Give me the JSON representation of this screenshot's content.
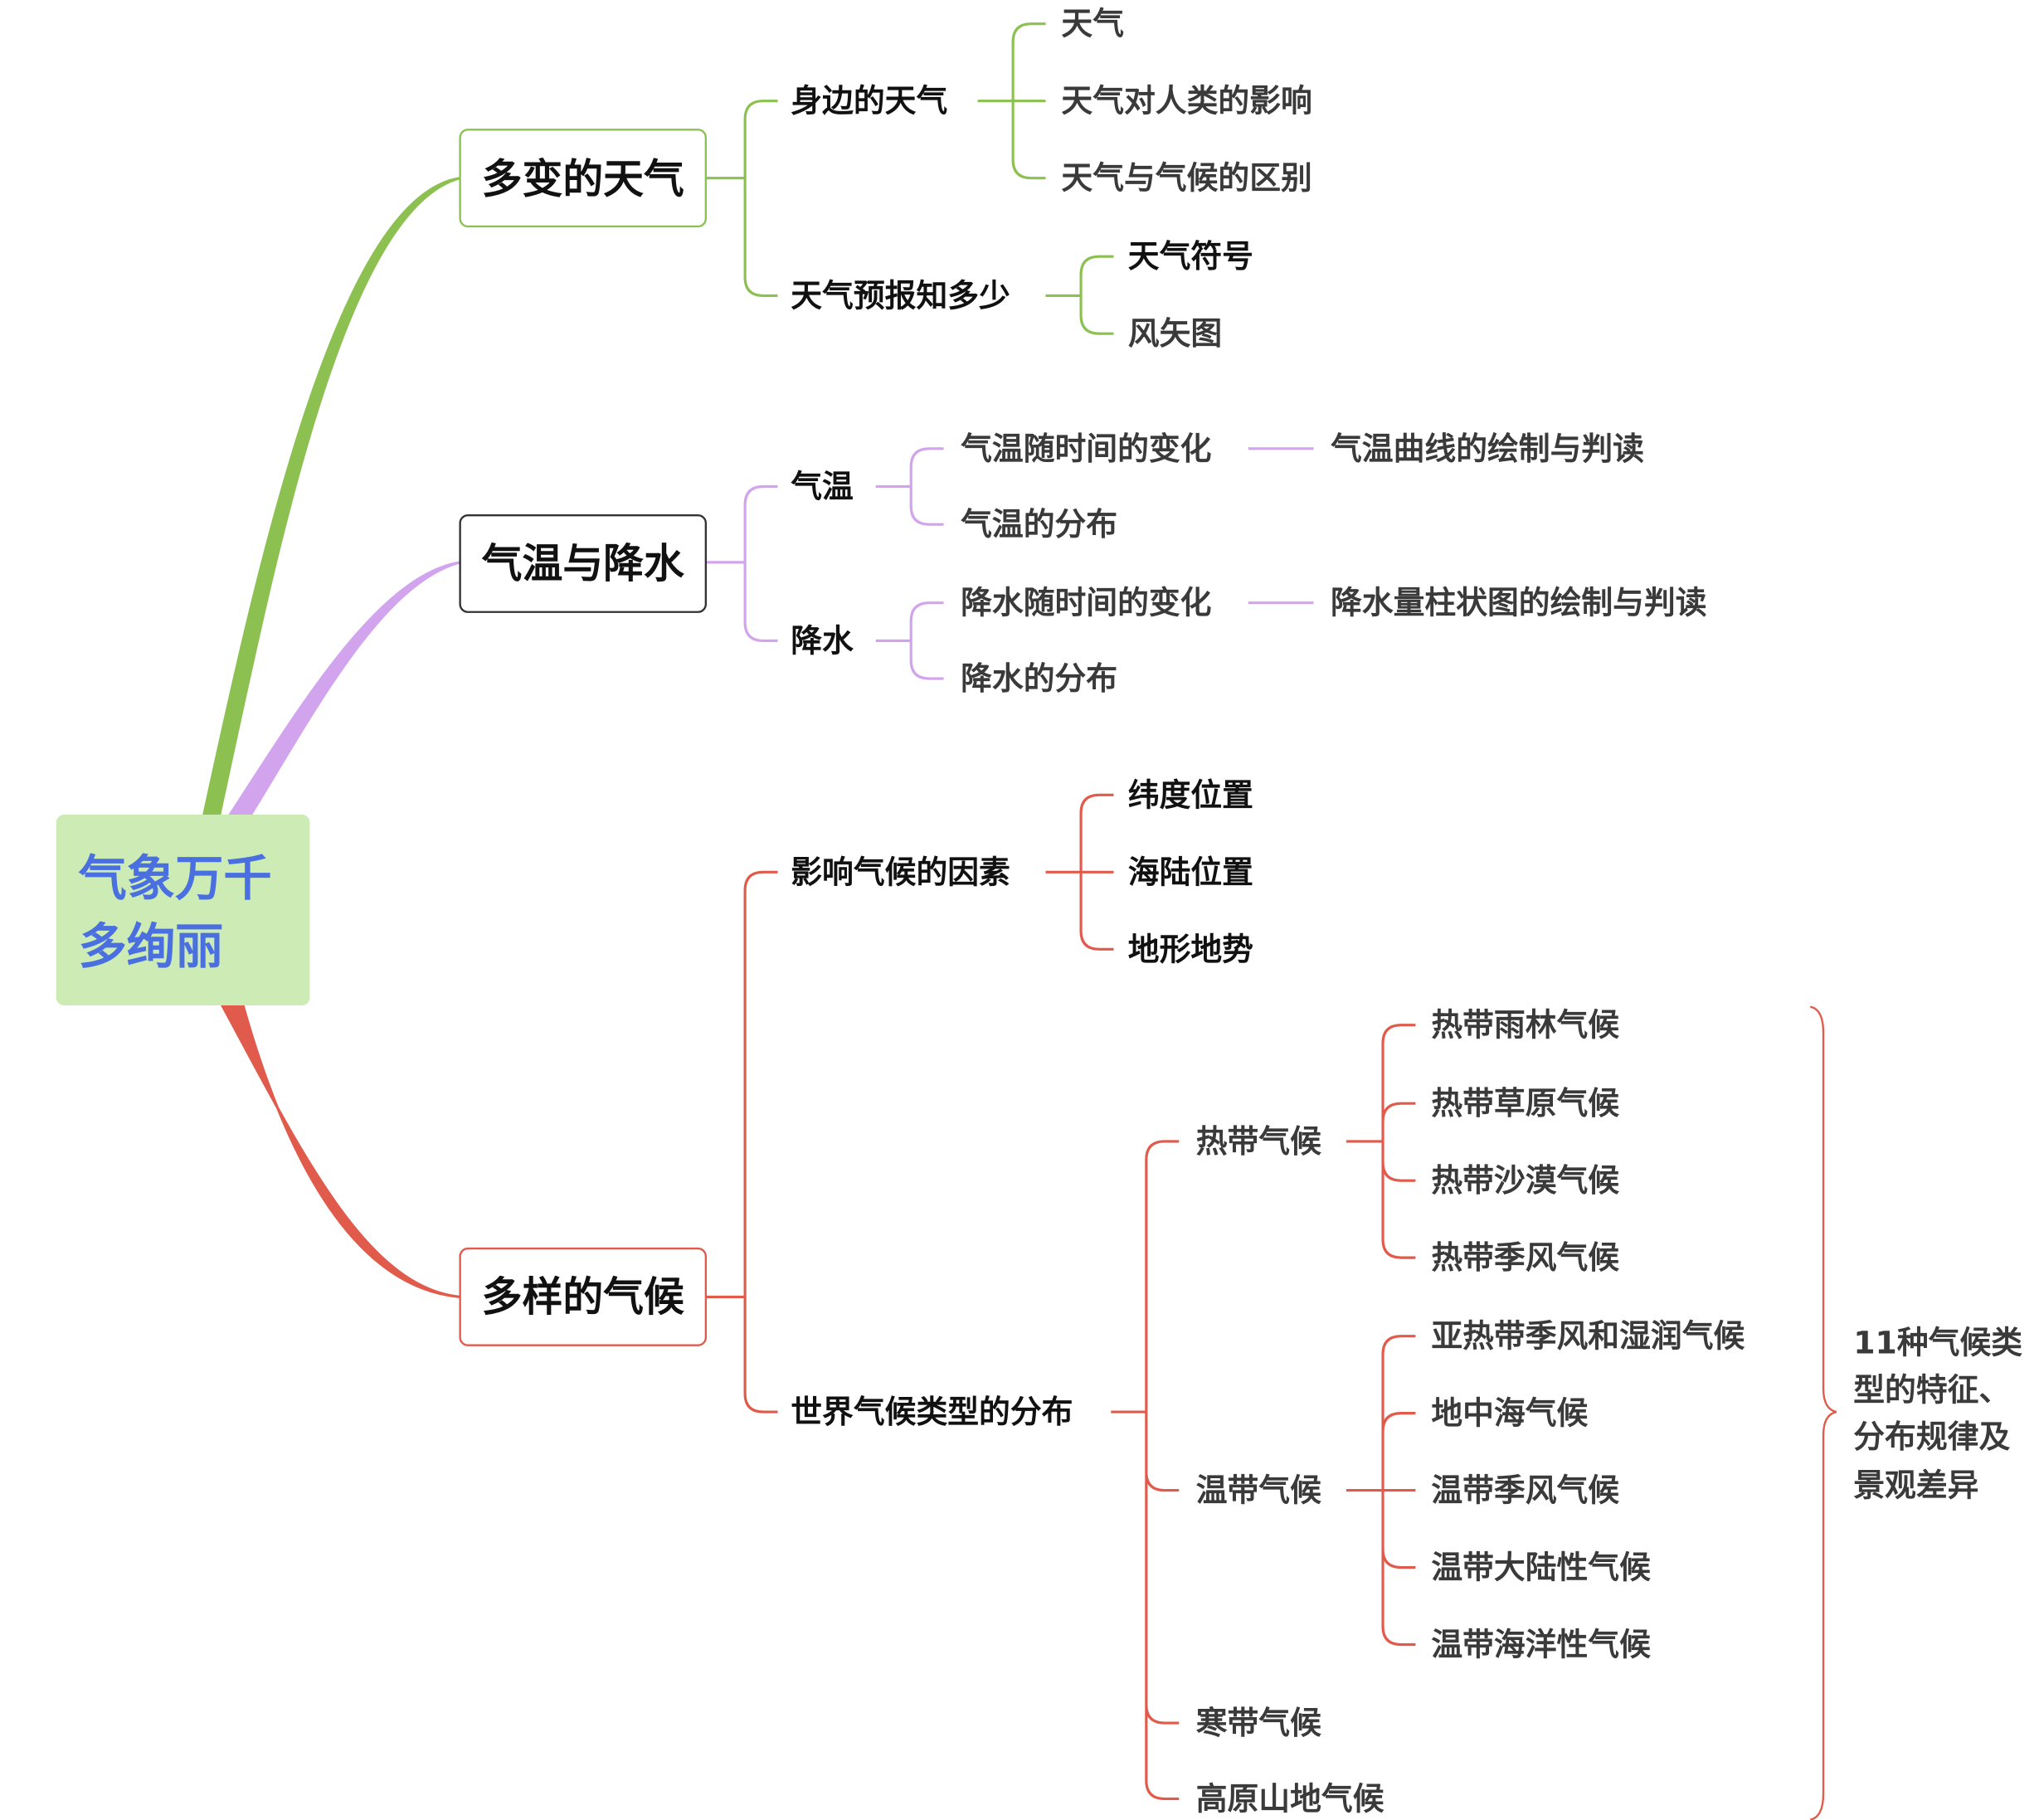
{
  "root": {
    "line1": "气象万千",
    "line2": "多绚丽"
  },
  "colors": {
    "green": "#8cc152",
    "purple": "#d3a4ee",
    "red": "#e05b4b",
    "root_fill": "#cdebb5",
    "root_text": "#4a6fe0"
  },
  "weather": {
    "title": "多变的天气",
    "around": {
      "label": "身边的天气",
      "items": [
        "天气",
        "天气对人类的影响",
        "天气与气候的区别"
      ]
    },
    "forecast": {
      "label": "天气预报知多少",
      "items": [
        "天气符号",
        "风矢图"
      ]
    }
  },
  "temp_precip": {
    "title": "气温与降水",
    "temp": {
      "label": "气温",
      "items": [
        "气温随时间的变化",
        "气温的分布"
      ],
      "extra": "气温曲线的绘制与判读"
    },
    "precip": {
      "label": "降水",
      "items": [
        "降水随时间的变化",
        "降水的分布"
      ],
      "extra": "降水量柱状图的绘制与判读"
    }
  },
  "climate": {
    "title": "多样的气候",
    "factors": {
      "label": "影响气候的因素",
      "items": [
        "纬度位置",
        "海陆位置",
        "地形地势"
      ]
    },
    "distribution": {
      "label": "世界气候类型的分布",
      "tropical": {
        "label": "热带气候",
        "items": [
          "热带雨林气候",
          "热带草原气候",
          "热带沙漠气候",
          "热带季风气候"
        ]
      },
      "temperate": {
        "label": "温带气候",
        "items": [
          "亚热带季风和湿润气候",
          "地中海气候",
          "温带季风气候",
          "温带大陆性气候",
          "温带海洋性气候"
        ]
      },
      "frigid": {
        "label": "寒带气候"
      },
      "highland": {
        "label": "高原山地气候"
      }
    },
    "summary": [
      "11种气候类",
      "型的特征、",
      "分布规律及",
      "景观差异"
    ]
  }
}
